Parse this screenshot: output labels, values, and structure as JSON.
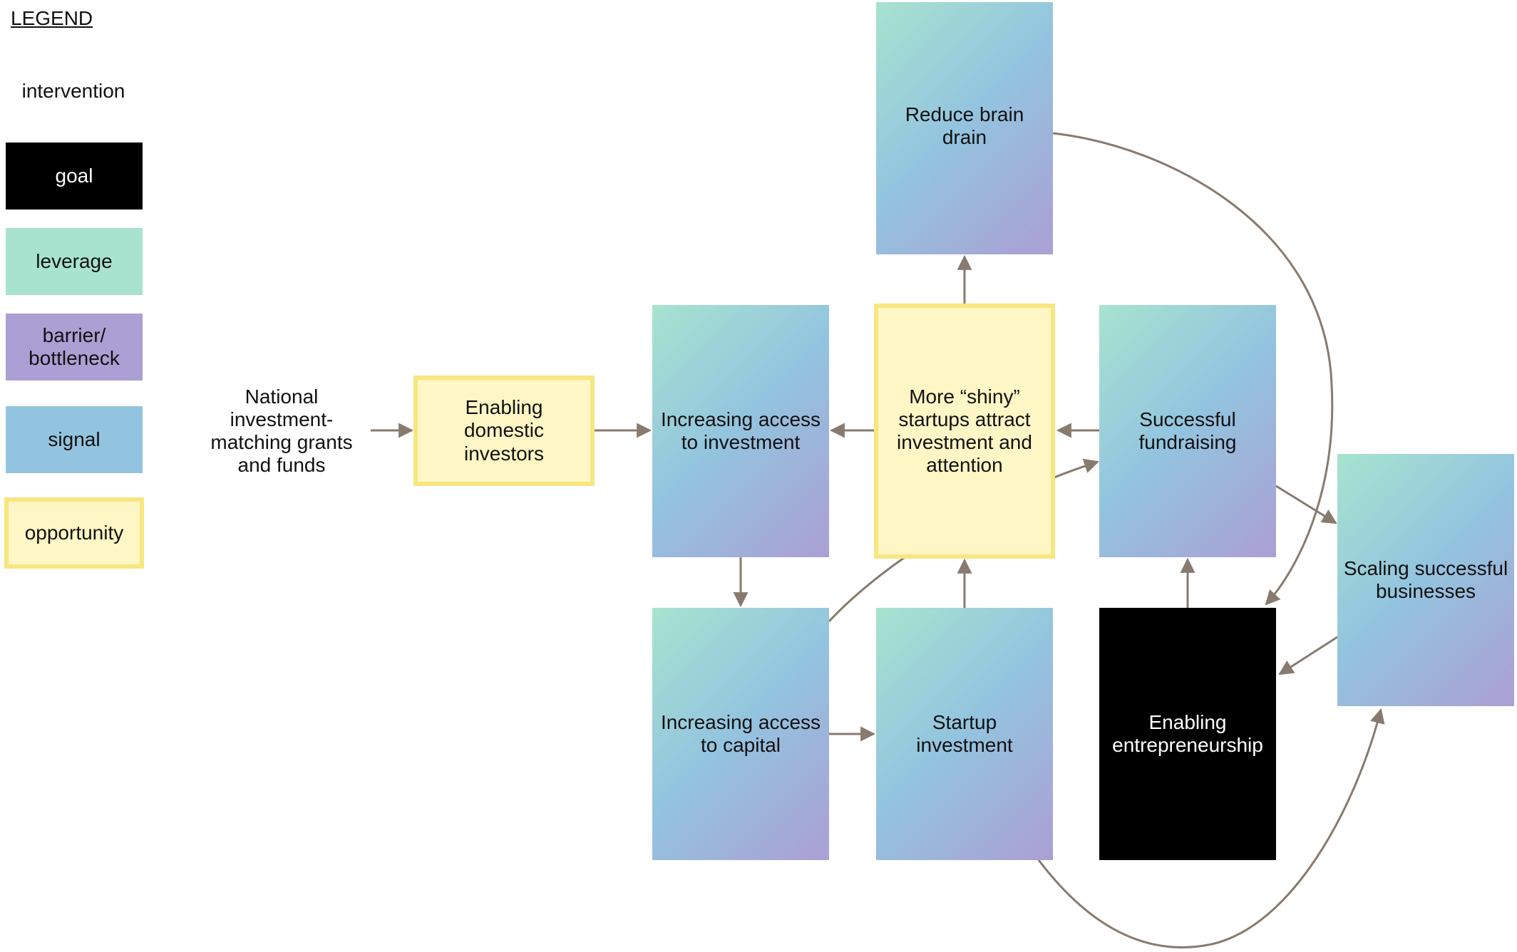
{
  "legend": {
    "title": "LEGEND",
    "items": [
      {
        "key": "intervention",
        "label": "intervention"
      },
      {
        "key": "goal",
        "label": "goal"
      },
      {
        "key": "leverage",
        "label": "leverage"
      },
      {
        "key": "barrier",
        "label": "barrier/\nbottleneck"
      },
      {
        "key": "signal",
        "label": "signal"
      },
      {
        "key": "opportunity",
        "label": "opportunity"
      }
    ]
  },
  "colors": {
    "leverage": "#a8e3cf",
    "barrier": "#ab9fd4",
    "signal": "#93c4df",
    "opportunity_fill": "#fef6c4",
    "opportunity_border": "#f8e680",
    "goal": "#000000",
    "arrow": "#877b6f"
  },
  "nodes": {
    "national_grants": "National\ninvestment-\nmatching grants\nand funds",
    "enabling_domestic": "Enabling domestic\ninvestors",
    "access_investment": "Increasing access\nto investment",
    "shiny_startups": "More “shiny”\nstartups attract\ninvestment and\nattention",
    "reduce_brain_drain": "Reduce brain\ndrain",
    "successful_fundraising": "Successful\nfundraising",
    "scaling": "Scaling successful\nbusinesses",
    "access_capital": "Increasing access\nto capital",
    "startup_investment": "Startup investment",
    "enabling_entrepreneurship": "Enabling\nentrepreneurship"
  },
  "edges": [
    {
      "from": "national_grants",
      "to": "enabling_domestic"
    },
    {
      "from": "enabling_domestic",
      "to": "access_investment"
    },
    {
      "from": "shiny_startups",
      "to": "access_investment"
    },
    {
      "from": "successful_fundraising",
      "to": "shiny_startups"
    },
    {
      "from": "shiny_startups",
      "to": "reduce_brain_drain"
    },
    {
      "from": "access_investment",
      "to": "access_capital"
    },
    {
      "from": "access_capital",
      "to": "startup_investment"
    },
    {
      "from": "startup_investment",
      "to": "shiny_startups"
    },
    {
      "from": "enabling_entrepreneurship",
      "to": "successful_fundraising"
    },
    {
      "from": "successful_fundraising",
      "to": "scaling"
    },
    {
      "from": "scaling",
      "to": "enabling_entrepreneurship"
    },
    {
      "from": "access_capital",
      "to": "successful_fundraising"
    },
    {
      "from": "reduce_brain_drain",
      "to": "enabling_entrepreneurship"
    },
    {
      "from": "startup_investment",
      "to": "scaling"
    }
  ]
}
